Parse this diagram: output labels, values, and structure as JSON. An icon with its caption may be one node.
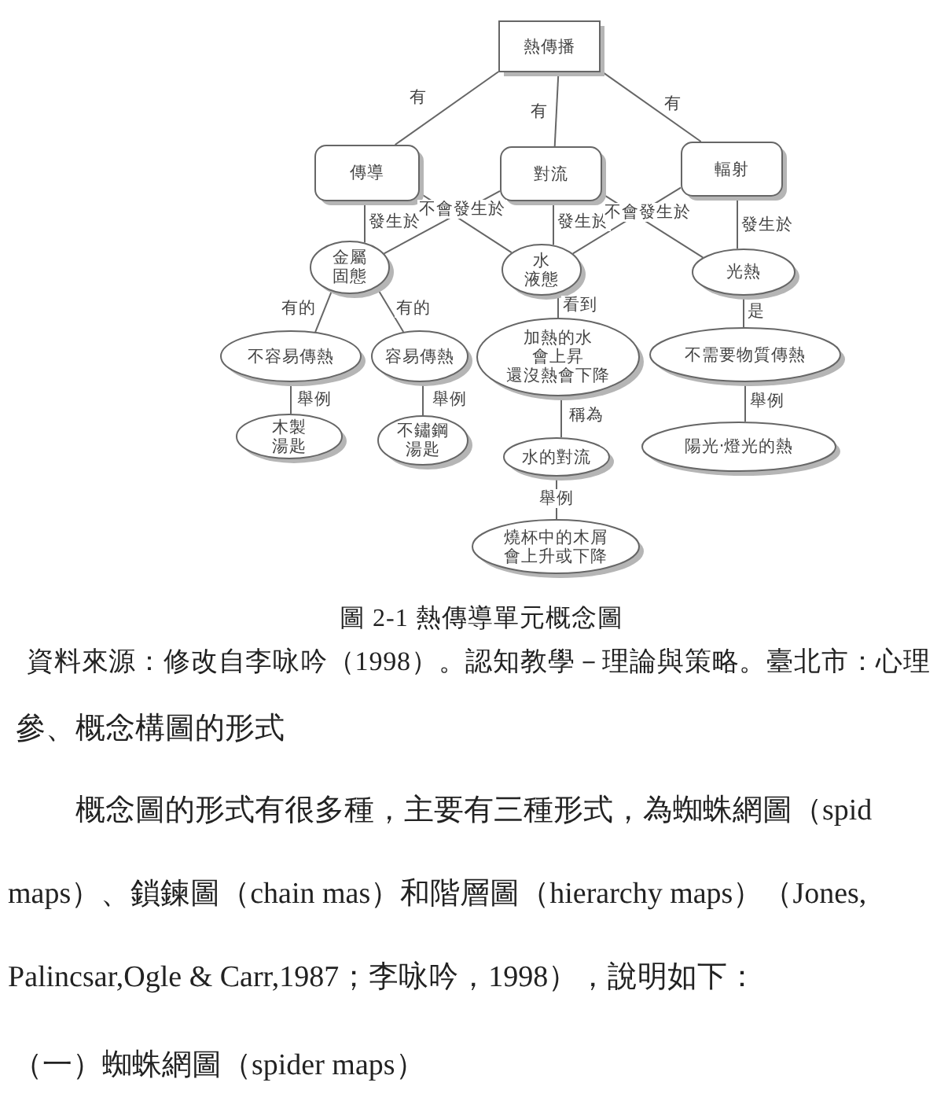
{
  "diagram": {
    "caption": "圖 2-1 熱傳導單元概念圖",
    "nodes": [
      {
        "text": [
          "熱傳播"
        ]
      },
      {
        "text": [
          "傳導"
        ]
      },
      {
        "text": [
          "對流"
        ]
      },
      {
        "text": [
          "輻射"
        ]
      },
      {
        "text": [
          "金屬固態"
        ]
      },
      {
        "text": [
          "水液態"
        ]
      },
      {
        "text": [
          "光熱"
        ]
      },
      {
        "text": [
          "不容易傳熱"
        ]
      },
      {
        "text": [
          "容易傳熱"
        ]
      },
      {
        "text": [
          "加熱的水會上昇還沒熱會下降"
        ]
      },
      {
        "text": [
          "不需要物質傳熱"
        ]
      },
      {
        "text": [
          "木製湯匙"
        ]
      },
      {
        "text": [
          "不鏽鋼湯匙"
        ]
      },
      {
        "text": [
          "水的對流"
        ]
      },
      {
        "text": [
          "陽光‧燈光的熱"
        ]
      },
      {
        "text": [
          "燒杯中的木屑會上升或下降"
        ]
      }
    ],
    "edges": [
      {
        "from": 0,
        "to": 1,
        "arrow": "none",
        "label": "有"
      },
      {
        "from": 0,
        "to": 2,
        "arrow": "none",
        "label": "有"
      },
      {
        "from": 0,
        "to": 3,
        "arrow": "none",
        "label": "有"
      },
      {
        "from": 1,
        "to": 4,
        "arrow": "none",
        "label": "發生於"
      },
      {
        "from": 1,
        "to": 5,
        "arrow": "none"
      },
      {
        "from": 2,
        "to": 4,
        "arrow": "none",
        "label": "不會發生於"
      },
      {
        "from": 2,
        "to": 5,
        "arrow": "none",
        "label": "發生於"
      },
      {
        "from": 2,
        "to": 6,
        "arrow": "none",
        "label": "不會發生於"
      },
      {
        "from": 3,
        "to": 5,
        "arrow": "none"
      },
      {
        "from": 3,
        "to": 6,
        "arrow": "none",
        "label": "發生於"
      },
      {
        "from": 4,
        "to": 7,
        "arrow": "none",
        "label": "有的"
      },
      {
        "from": 4,
        "to": 8,
        "arrow": "none",
        "label": "有的"
      },
      {
        "from": 5,
        "to": 9,
        "arrow": "none",
        "label": "看到"
      },
      {
        "from": 6,
        "to": 10,
        "arrow": "none",
        "label": "是"
      },
      {
        "from": 7,
        "to": 11,
        "arrow": "none",
        "label": "舉例"
      },
      {
        "from": 8,
        "to": 12,
        "arrow": "none",
        "label": "舉例"
      },
      {
        "from": 9,
        "to": 13,
        "arrow": "none",
        "label": "稱為"
      },
      {
        "from": 10,
        "to": 14,
        "arrow": "none",
        "label": "舉例"
      },
      {
        "from": 13,
        "to": 15,
        "arrow": "none",
        "label": "舉例"
      }
    ],
    "labels": [
      "資料來源：修改自李咏吟（1998）。認知教學－理論與策略。臺北市：心理",
      "參、概念構圖的形式",
      "概念圖的形式有很多種，主要有三種形式，為蜘蛛網圖（spid maps）、鎖鍊圖（chain mas）和階層圖（hierarchy maps）（Jones, Palincsar,Ogle & Carr,1987；李咏吟，1998），說明如下：",
      "（一）蜘蛛網圖（spider maps）"
    ]
  }
}
